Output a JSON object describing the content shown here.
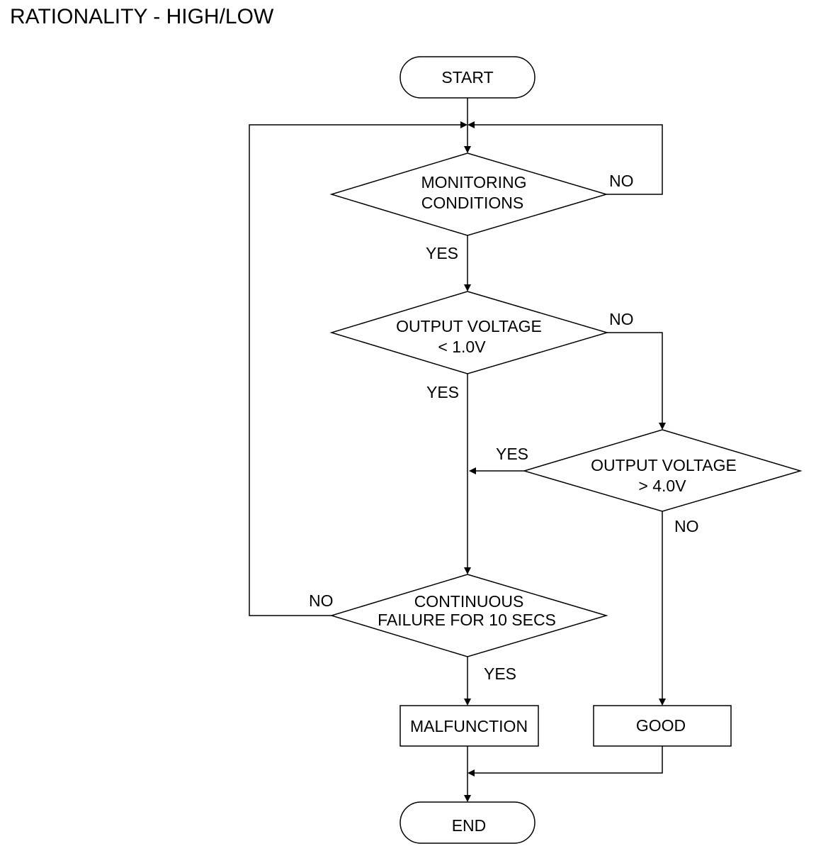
{
  "title": "RATIONALITY - HIGH/LOW",
  "nodes": {
    "start": {
      "label": "START"
    },
    "monitoring": {
      "line1": "MONITORING",
      "line2": "CONDITIONS"
    },
    "low_check": {
      "line1": "OUTPUT VOLTAGE",
      "line2": "< 1.0V"
    },
    "high_check": {
      "line1": "OUTPUT VOLTAGE",
      "line2": "> 4.0V"
    },
    "continuous": {
      "line1": "CONTINUOUS",
      "line2": "FAILURE FOR 10 SECS"
    },
    "malfunction": {
      "label": "MALFUNCTION"
    },
    "good": {
      "label": "GOOD"
    },
    "end": {
      "label": "END"
    }
  },
  "branches": {
    "monitoring_no": "NO",
    "monitoring_yes": "YES",
    "low_no": "NO",
    "low_yes": "YES",
    "high_yes": "YES",
    "high_no": "NO",
    "continuous_no": "NO",
    "continuous_yes": "YES"
  }
}
